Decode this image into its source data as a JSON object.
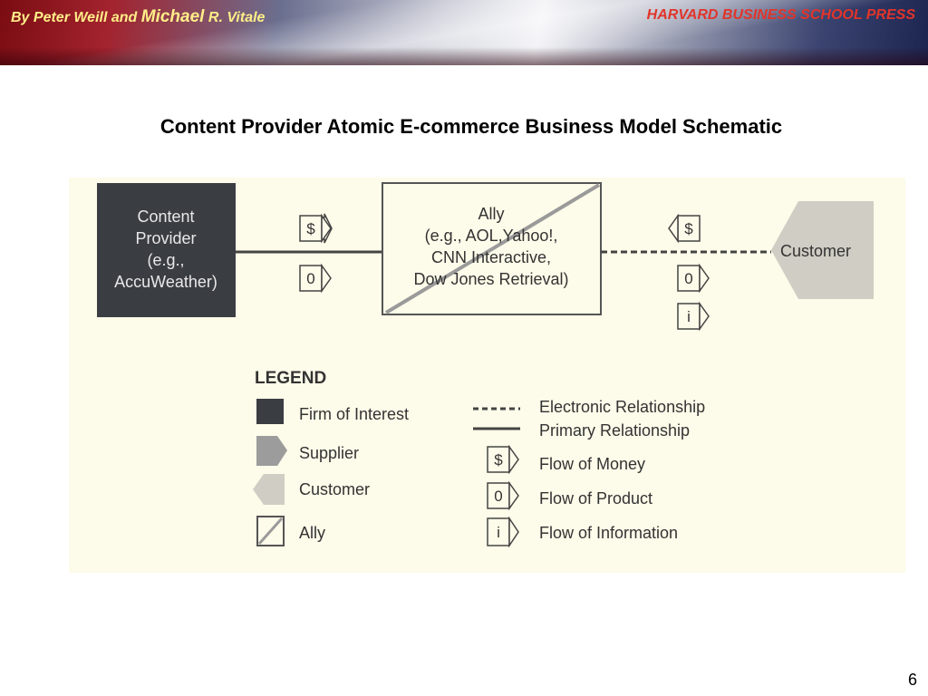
{
  "header": {
    "authors_prefix": "By Peter Weill and ",
    "authors_name": "Michael",
    "authors_suffix": " R. Vitale",
    "publisher": "HARVARD BUSINESS SCHOOL PRESS"
  },
  "title": "Content Provider Atomic E-commerce Business Model Schematic",
  "diagram": {
    "firm": {
      "lines": [
        "Content",
        "Provider",
        "(e.g.,",
        "AccuWeather)"
      ]
    },
    "ally": {
      "lines": [
        "Ally",
        "(e.g., AOL,Yahoo!,",
        "CNN Interactive,",
        "Dow Jones Retrieval)"
      ]
    },
    "customer": {
      "label": "Customer"
    },
    "flows_left": [
      "$",
      "0"
    ],
    "flows_right": [
      "$",
      "0",
      "i"
    ]
  },
  "legend": {
    "title": "LEGEND",
    "entity_items": [
      {
        "label": "Firm of Interest",
        "icon": "firm-square-icon"
      },
      {
        "label": "Supplier",
        "icon": "supplier-pentagon-icon"
      },
      {
        "label": "Customer",
        "icon": "customer-pentagon-icon"
      },
      {
        "label": "Ally",
        "icon": "ally-square-icon"
      }
    ],
    "relationship_items": [
      {
        "label": "Electronic Relationship",
        "icon": "dashed-line-icon"
      },
      {
        "label": "Primary Relationship",
        "icon": "solid-line-icon"
      }
    ],
    "flow_items": [
      {
        "symbol": "$",
        "label": "Flow of Money"
      },
      {
        "symbol": "0",
        "label": "Flow of Product"
      },
      {
        "symbol": "i",
        "label": "Flow of Information"
      }
    ]
  },
  "colors": {
    "firm_fill": "#3a3d42",
    "supplier_fill": "#9c9c9c",
    "customer_fill": "#cfcdc4",
    "figure_background": "#fdfbe9",
    "title_authors": "#ffee88",
    "publisher": "#e2342a"
  },
  "page_number": "6"
}
